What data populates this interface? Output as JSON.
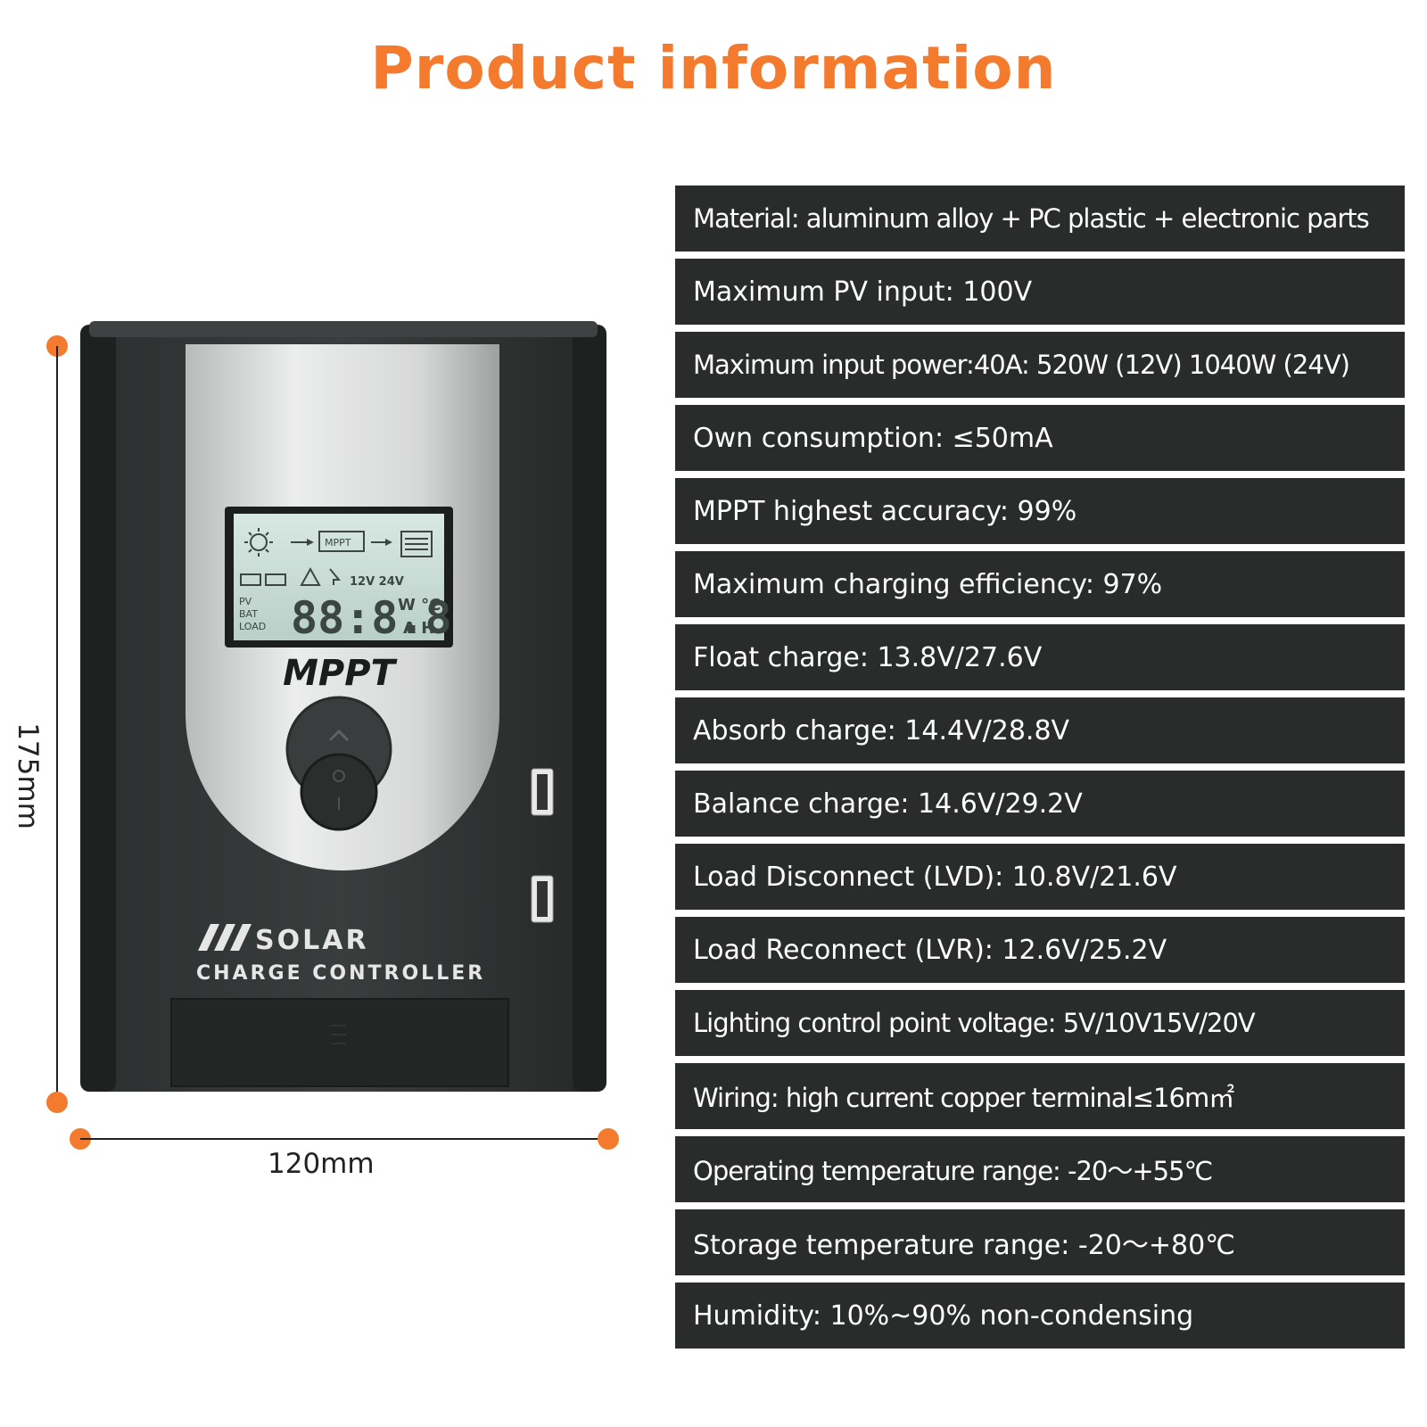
{
  "title": "Product information",
  "colors": {
    "accent": "#f47a2e",
    "row_bg": "#2a2b2b",
    "row_text": "#ffffff"
  },
  "dimensions": {
    "width_label": "120mm",
    "height_label": "175mm"
  },
  "device": {
    "brand_line1": "SOLAR",
    "brand_line2": "CHARGE CONTROLLER",
    "model_label": "MPPT",
    "lcd": {
      "digits": "88:8.8",
      "mppt_tag": "MPPT",
      "voltages": "12V 24V",
      "units_top": "W °C",
      "units_bottom": "A H",
      "labels": [
        "PV",
        "BAT",
        "LOAD"
      ]
    }
  },
  "specs": [
    "Material: aluminum alloy + PC plastic + electronic parts",
    "Maximum PV input: 100V",
    "Maximum input power:40A: 520W (12V) 1040W (24V)",
    "Own consumption: ≤50mA",
    "MPPT highest accuracy: 99%",
    "Maximum charging efficiency: 97%",
    "Float charge: 13.8V/27.6V",
    "Absorb charge: 14.4V/28.8V",
    "Balance charge: 14.6V/29.2V",
    "Load Disconnect (LVD): 10.8V/21.6V",
    "Load Reconnect (LVR): 12.6V/25.2V",
    "Lighting control point voltage: 5V/10V15V/20V",
    "Wiring: high current copper terminal≤16m㎡",
    "Operating temperature range: -20～+55℃",
    "Storage temperature range: -20～+80℃",
    "Humidity: 10%~90% non-condensing"
  ]
}
